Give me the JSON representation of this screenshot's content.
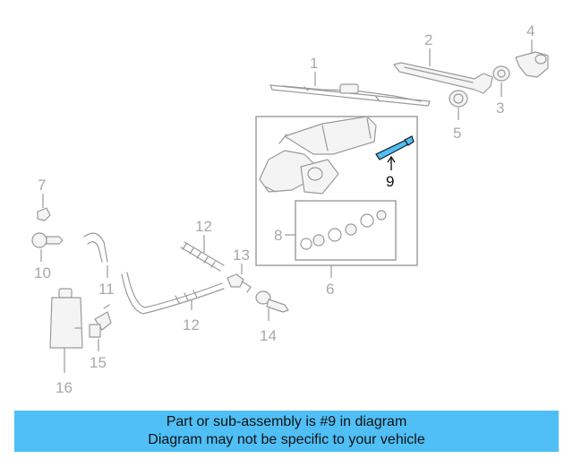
{
  "diagram": {
    "callouts": {
      "c1": "1",
      "c2": "2",
      "c3": "3",
      "c4": "4",
      "c5": "5",
      "c6": "6",
      "c7": "7",
      "c8": "8",
      "c9": "9",
      "c10": "10",
      "c11": "11",
      "c12a": "12",
      "c12b": "12",
      "c13": "13",
      "c14": "14",
      "c15": "15",
      "c16": "16"
    },
    "highlight_color": "#4fbff6",
    "highlighted_part": "9"
  },
  "banner": {
    "line1": "Part or sub-assembly is #9 in diagram",
    "line2": "Diagram may not be specific to your vehicle",
    "color": "#4fbff6"
  }
}
